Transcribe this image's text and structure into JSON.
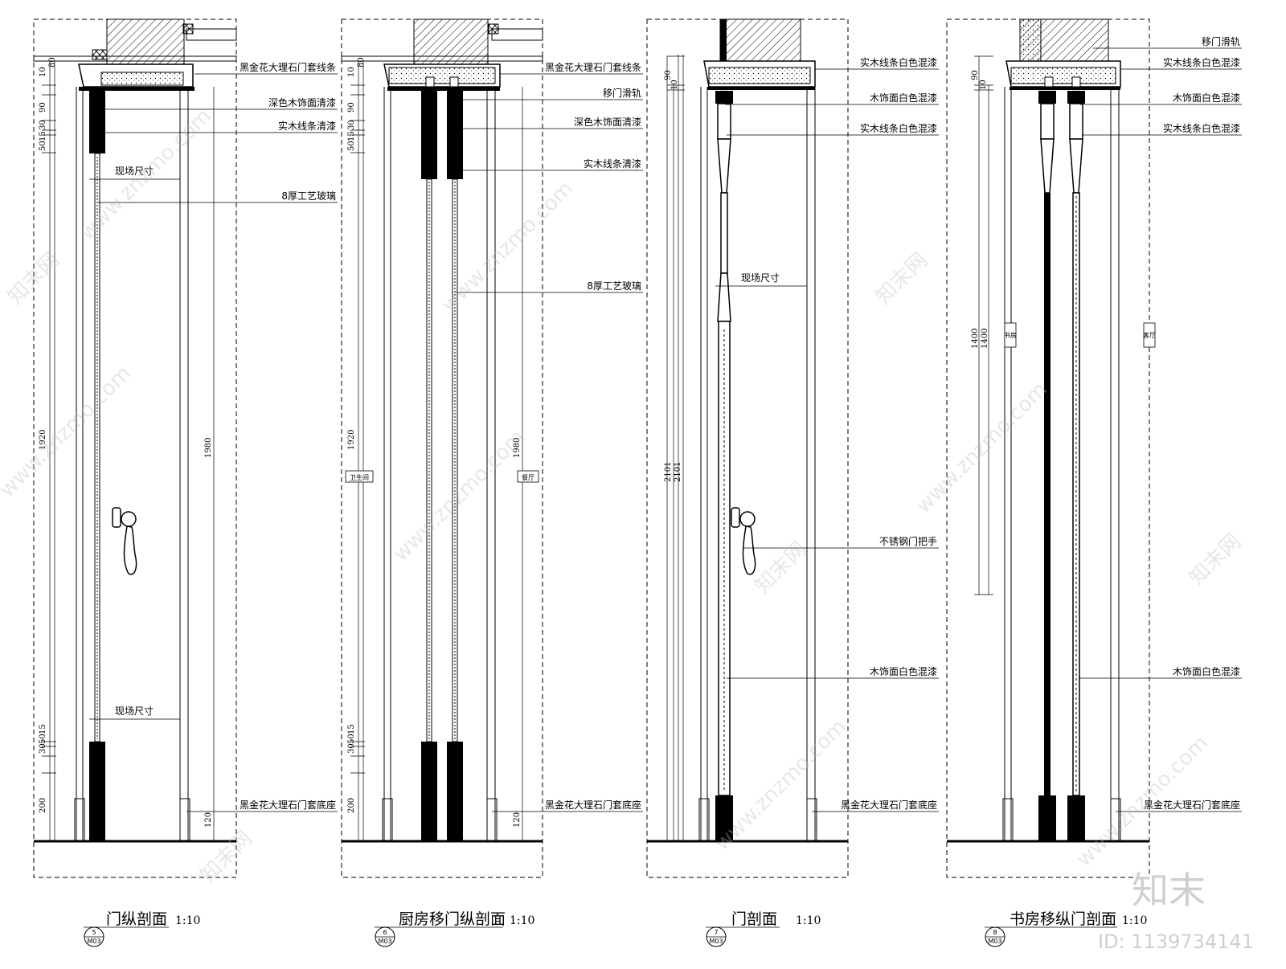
{
  "drawings": [
    {
      "id": "d1",
      "title": "门纵剖面",
      "scale": "1:10",
      "ref_no": "5",
      "ref_sheet": "M03",
      "labels": [
        "黑金花大理石门套线条",
        "深色木饰面清漆",
        "实木线条清漆",
        "8厚工艺玻璃",
        "黑金花大理石门套底座"
      ],
      "dims_left": [
        "10",
        "80",
        "90",
        "30",
        "15",
        "50",
        "1920",
        "15",
        "30",
        "50",
        "200"
      ],
      "dims_right": [
        "1980",
        "120"
      ],
      "site_dim": "现场尺寸"
    },
    {
      "id": "d2",
      "title": "厨房移门纵剖面",
      "scale": "1:10",
      "ref_no": "6",
      "ref_sheet": "M03",
      "labels": [
        "黑金花大理石门套线条",
        "移门滑轨",
        "深色木饰面清漆",
        "实木线条清漆",
        "8厚工艺玻璃",
        "黑金花大理石门套底座"
      ],
      "dims_left": [
        "10",
        "80",
        "90",
        "30",
        "15",
        "50",
        "1920",
        "15",
        "30",
        "50",
        "200"
      ],
      "dims_right": [
        "1980",
        "120"
      ],
      "room_left": "卫生间",
      "room_right": "餐厅"
    },
    {
      "id": "d3",
      "title": "门剖面",
      "scale": "1:10",
      "ref_no": "7",
      "ref_sheet": "M03",
      "labels": [
        "实木线条白色混漆",
        "木饰面白色混漆",
        "实木线条白色混漆",
        "不锈钢门把手",
        "木饰面白色混漆",
        "黑金花大理石门套底座"
      ],
      "dims_left": [
        "90",
        "10",
        "2101",
        "2101"
      ],
      "site_dim": "现场尺寸"
    },
    {
      "id": "d4",
      "title": "书房移纵门剖面",
      "scale": "1:10",
      "ref_no": "8",
      "ref_sheet": "M03",
      "labels": [
        "移门滑轨",
        "实木线条白色混漆",
        "木饰面白色混漆",
        "实木线条白色混漆",
        "木饰面白色混漆",
        "黑金花大理石门套底座"
      ],
      "dims_left": [
        "90",
        "10",
        "1400",
        "1400"
      ],
      "room_left": "书房",
      "room_right": "客厅"
    }
  ],
  "watermark": {
    "site": "www.znzmo.com",
    "brand_cn": "知末网",
    "logo": "知末",
    "id_text": "ID: 1139734141"
  }
}
